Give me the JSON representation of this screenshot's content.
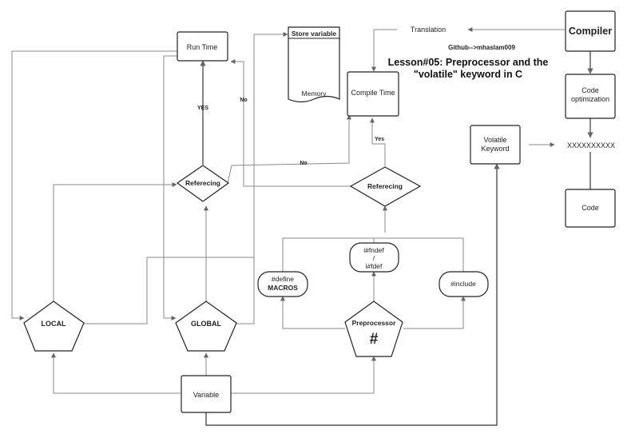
{
  "diagram": {
    "translation": "Translation",
    "compiler": "Compiler",
    "github": "Github-->mhaslam009",
    "lesson_line1": "Lesson#05: Preprocessor and the",
    "lesson_line2": "\"volatile\" keyword in C",
    "code_opt_line1": "Code",
    "code_opt_line2": "optimization",
    "xxx": "XXXXXXXXXX",
    "code": "Code",
    "volatile_line1": "Volatile",
    "volatile_line2": "Keyword",
    "compile_time": "Compile Time",
    "run_time": "Run Time",
    "store_variable": "Store variable",
    "memory": "Memory",
    "referecing_left": "Referecing",
    "referecing_right": "Referecing",
    "yes_upper": "YES",
    "yes_lower": "Yes",
    "no_left": "No",
    "no_mid": "No",
    "ifndef_line1": "i#fndef",
    "ifndef_line2": "/",
    "ifndef_line3": "i#fdef",
    "define_line1": "#define",
    "define_line2": "MACROS",
    "include": "#include",
    "preprocessor": "Preprocessor",
    "hash": "#",
    "local": "LOCAL",
    "global": "GLOBAL",
    "variable": "Variable"
  }
}
